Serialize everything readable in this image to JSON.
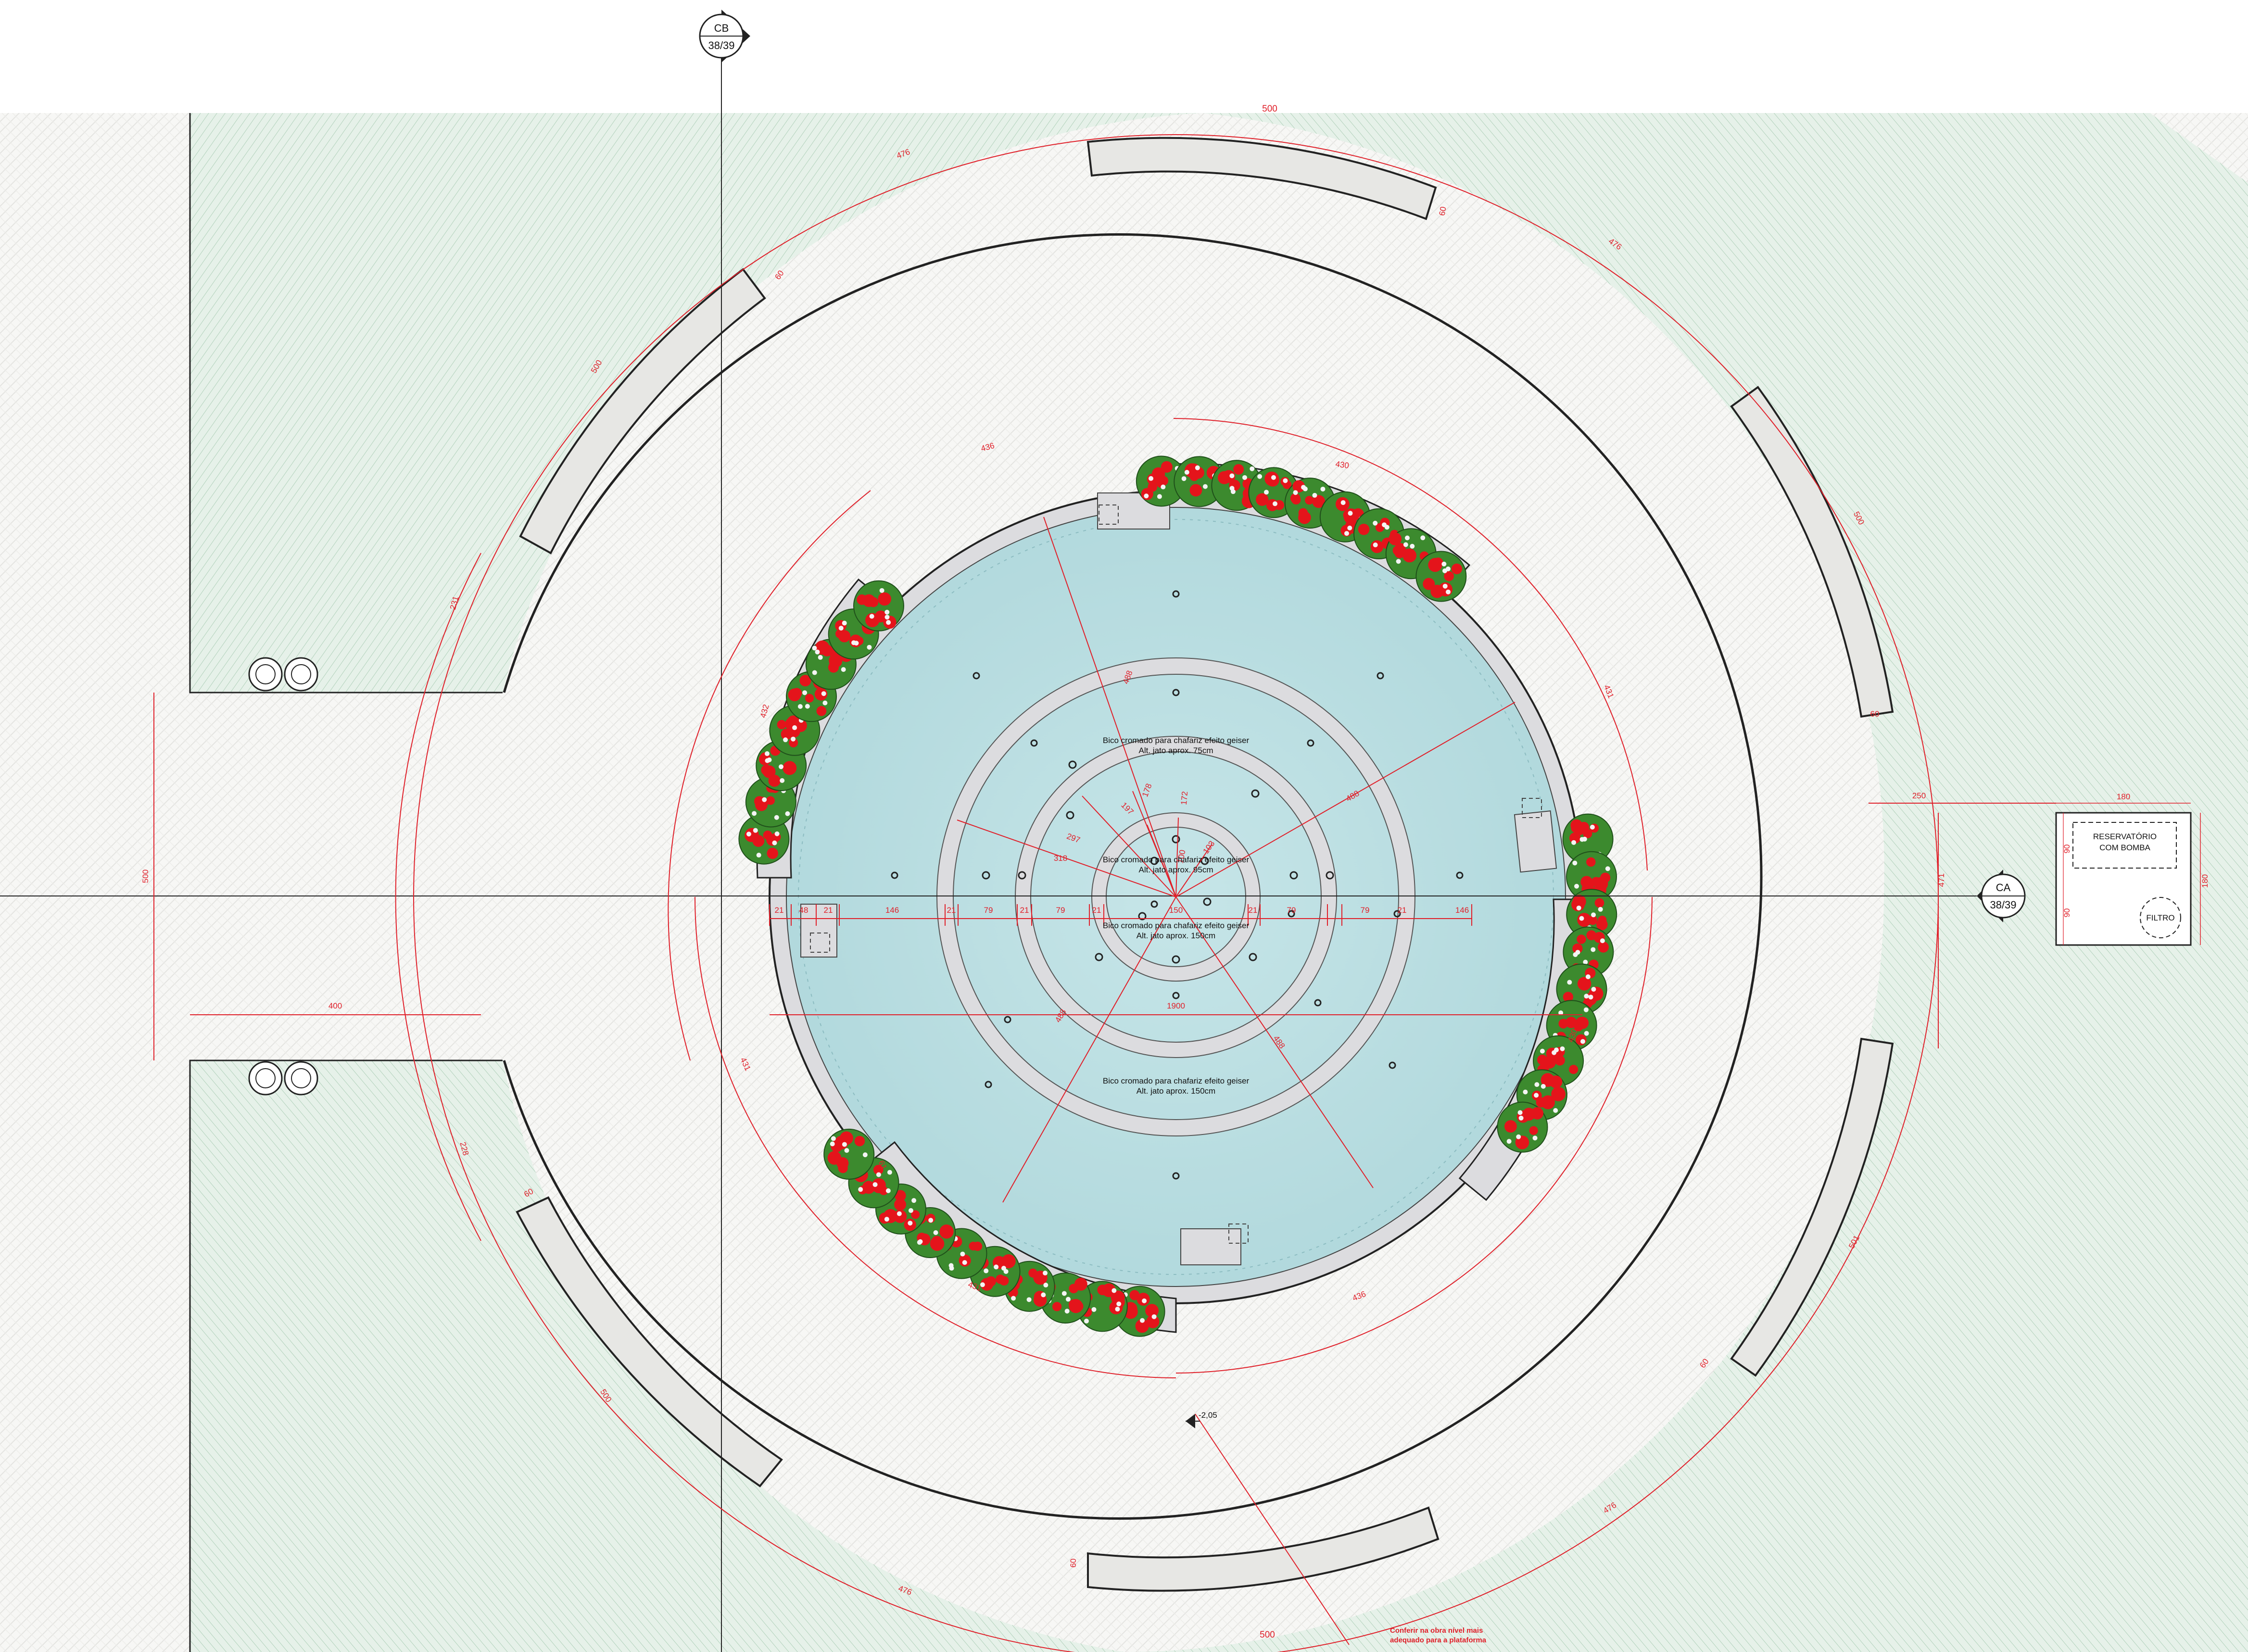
{
  "colors": {
    "lawn": "#e6f1e9",
    "lawn_line": "#9cc4a8",
    "paving": "#f7f7f5",
    "pool_water": "#b8dde1",
    "pool_rim": "#dcdcdf",
    "bench": "#e7e7e4",
    "dimension": "#e0202a",
    "flower": "#e4141b",
    "foliage": "#3c8a2e",
    "line": "#222222"
  },
  "section_markers": [
    {
      "id": "CB",
      "sheet": "38/39"
    },
    {
      "id": "CA",
      "sheet": "38/39"
    }
  ],
  "equipment_box": {
    "labels": [
      "RESERVATÓRIO",
      "COM BOMBA"
    ],
    "filter_label": "FILTRO",
    "dims": {
      "width": "180",
      "height": "180",
      "upper": "90",
      "lower": "90"
    }
  },
  "nozzle_notes": [
    {
      "line1": "Bico cromado para chafariz efeito geiser",
      "line2": "Alt. jato aprox. 75cm"
    },
    {
      "line1": "Bico cromado para chafariz efeito geiser",
      "line2": "Alt. jato aprox. 95cm"
    },
    {
      "line1": "Bico cromado para chafariz efeito geiser",
      "line2": "Alt. jato aprox. 150cm"
    },
    {
      "line1": "Bico cromado para chafariz efeito geiser",
      "line2": "Alt. jato aprox. 150cm"
    }
  ],
  "level_mark": "-2,05",
  "warning_note": [
    "Conferir na obra nível mais",
    "adequado para a plataforma"
  ],
  "dimensions": {
    "horizontal_chain": [
      "21",
      "48",
      "21",
      "146",
      "21",
      "79",
      "21",
      "79",
      "21",
      "150",
      "21",
      "79",
      "79",
      "21",
      "146"
    ],
    "pool_diameter": "1900",
    "path_length": "400",
    "path_width": "500",
    "reservoir_offset": "250",
    "outer_arc_top": "500",
    "outer_arc_top_left": "476",
    "outer_arc_top_right": "476",
    "outer_arc_bottom": "500",
    "outer_arc_bottom_left": "476",
    "outer_arc_bottom_right": "476",
    "outer_right": "471",
    "bench_length": "500",
    "bench_right_upper": "500",
    "bench_right_lower": "501",
    "bench_width": "60",
    "bench_left_end": "60",
    "arc_left_upper": "231",
    "arc_left_lower": "228",
    "planter_arc_top": "430",
    "planter_arc_top_left": "436",
    "planter_arc_left": "432",
    "planter_arc_right_upper": "431",
    "planter_arc_right_lower": "430",
    "planter_arc_bottom": "431",
    "planter_arc_bottom_right": "436",
    "planter_arc_left_lower": "431",
    "planter_width": "61",
    "radius_outer": "488",
    "radius_outer_b": "488",
    "radius_outer_c": "488",
    "radius_mid": "318",
    "radius_mid_b": "297",
    "radius_inner": "197",
    "radius_inner_b": "178",
    "radius_inner_c": "172",
    "radius_inner_d": "100",
    "radius_inner_e": "103"
  }
}
